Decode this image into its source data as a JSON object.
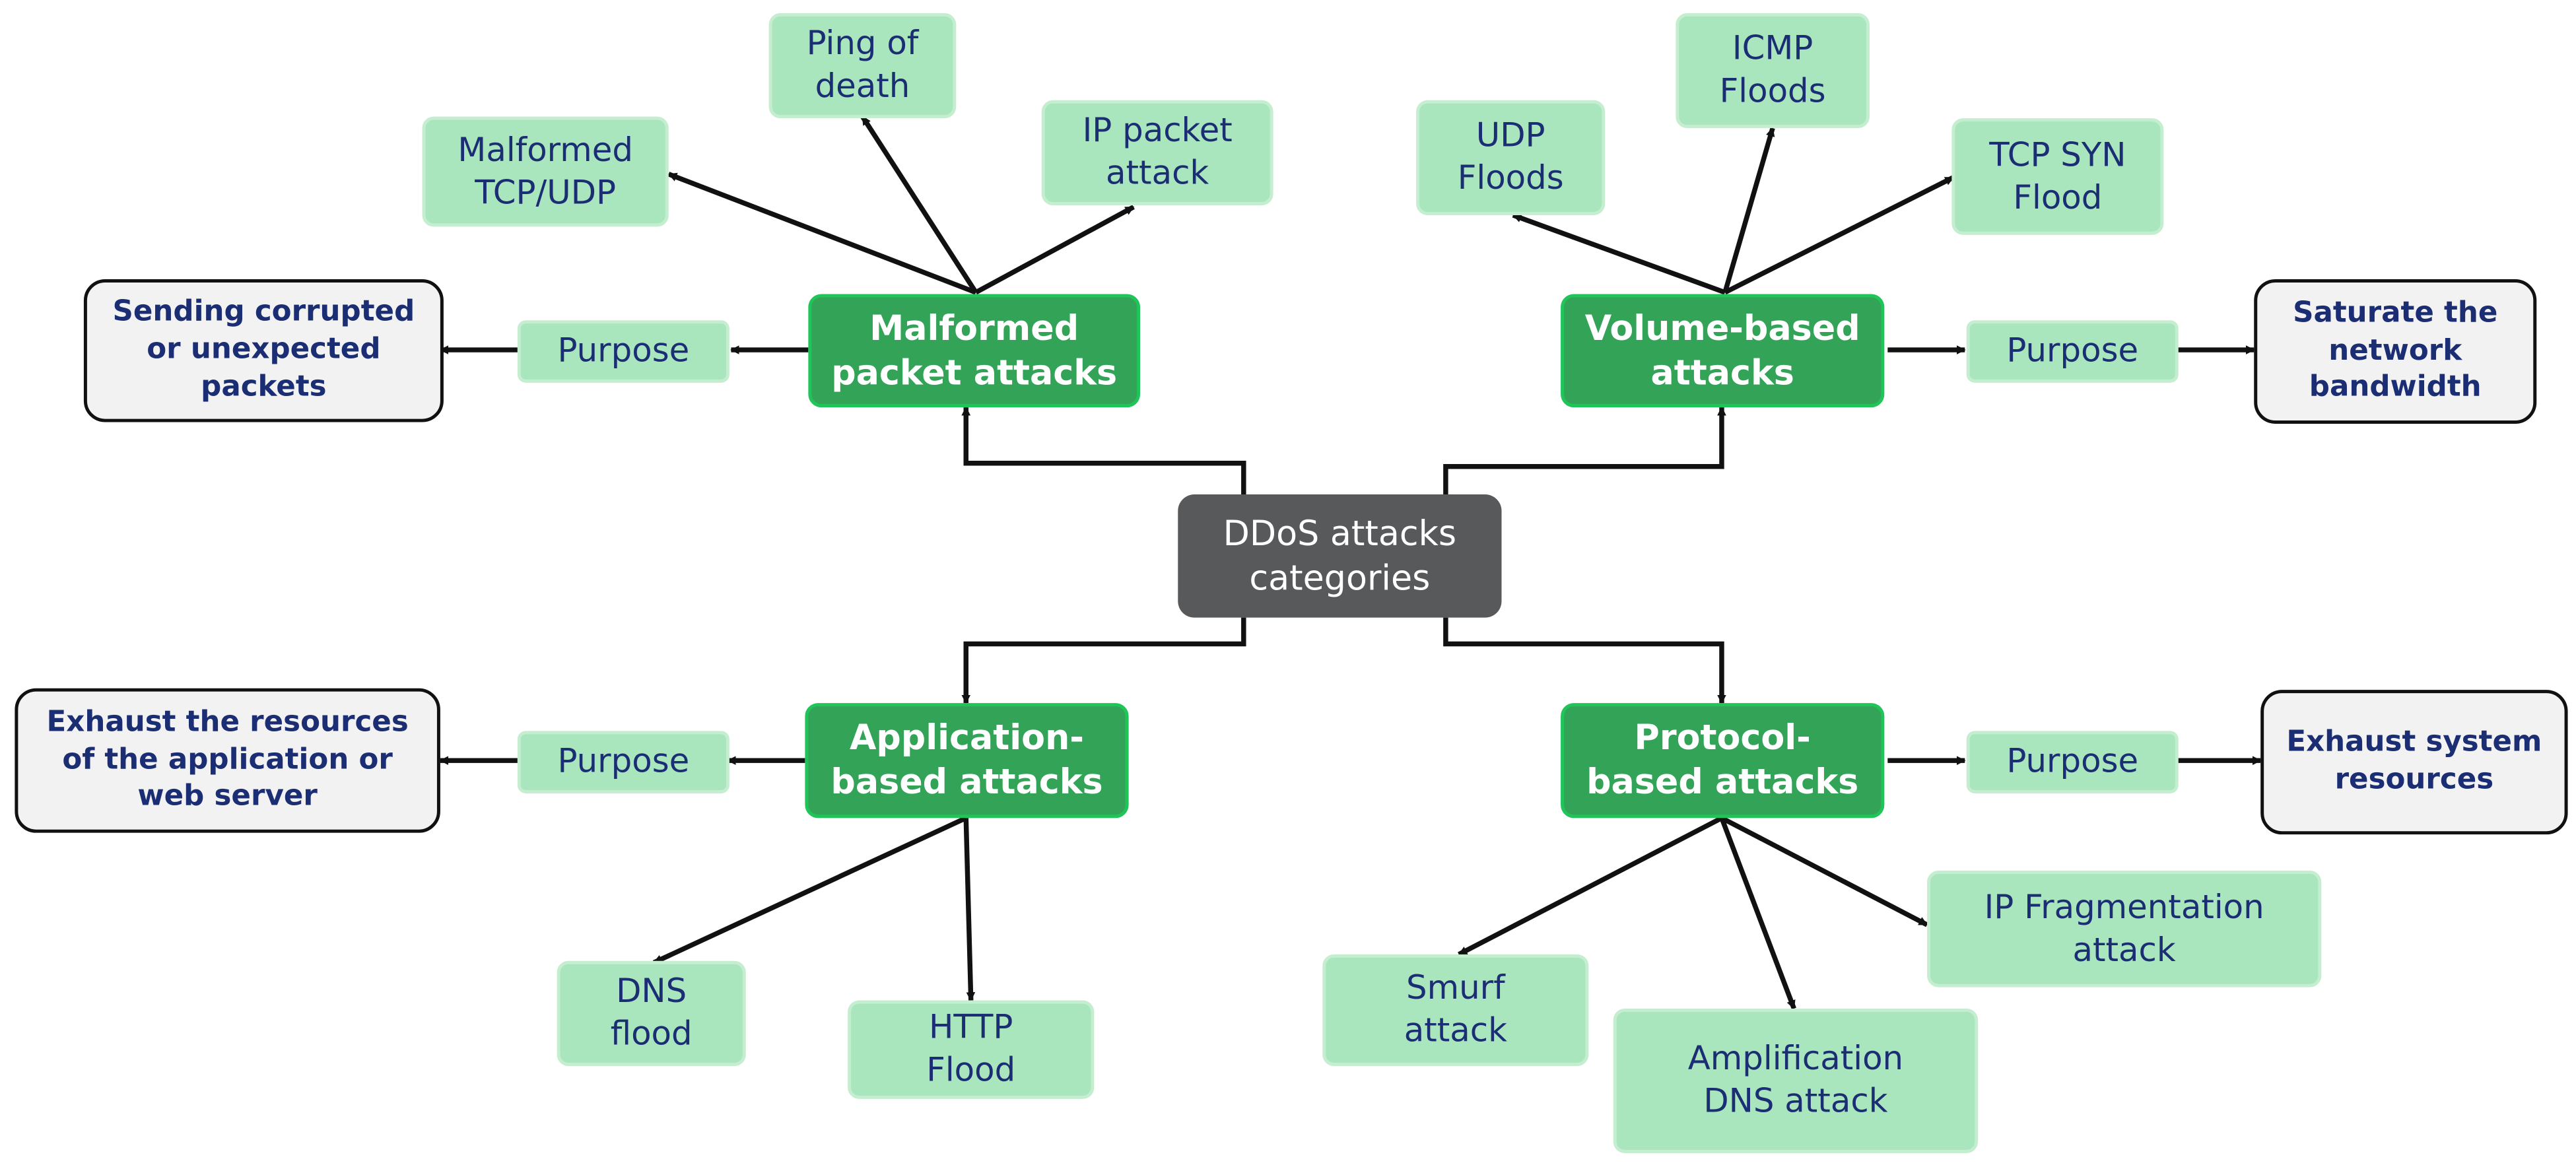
{
  "center": "DDoS attacks\ncategories",
  "categories": {
    "malformed": {
      "label": "Malformed\npacket attacks",
      "purpose_label": "Purpose",
      "purpose_text": "Sending corrupted\nor unexpected\npackets",
      "examples": [
        "Malformed\nTCP/UDP",
        "Ping of\ndeath",
        "IP packet\nattack"
      ]
    },
    "volume": {
      "label": "Volume-based\nattacks",
      "purpose_label": "Purpose",
      "purpose_text": "Saturate the\nnetwork\nbandwidth",
      "examples": [
        "UDP\nFloods",
        "ICMP\nFloods",
        "TCP SYN\nFlood"
      ]
    },
    "application": {
      "label": "Application-\nbased attacks",
      "purpose_label": "Purpose",
      "purpose_text": "Exhaust the resources\nof the application or\nweb server",
      "examples": [
        "DNS\nflood",
        "HTTP\nFlood"
      ]
    },
    "protocol": {
      "label": "Protocol-\nbased attacks",
      "purpose_label": "Purpose",
      "purpose_text": "Exhaust system\nresources",
      "examples": [
        "Smurf\nattack",
        "Amplification\nDNS attack",
        "IP Fragmentation\nattack"
      ]
    }
  }
}
